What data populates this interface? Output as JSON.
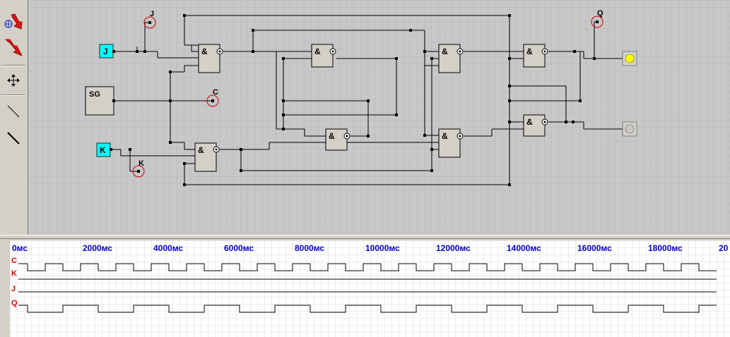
{
  "toolbar": {
    "tools": [
      {
        "name": "probe-arrow-tool",
        "icon": "probe-arrow-icon"
      },
      {
        "name": "pulse-arrow-tool",
        "icon": "lightning-arrow-icon"
      },
      {
        "name": "move-tool",
        "icon": "move-cross-icon"
      },
      {
        "name": "thin-wire-tool",
        "icon": "thin-line-icon"
      },
      {
        "name": "thick-wire-tool",
        "icon": "thick-line-icon"
      }
    ]
  },
  "circuit": {
    "input_j": "J",
    "input_k": "K",
    "generator": "SG",
    "probe_j": "J",
    "probe_c": "C",
    "probe_k": "K",
    "probe_q": "Q",
    "gate_symbol": "&",
    "lamp_on_color": "#ffff00",
    "lamp_off_color": "#c8c8c8",
    "input_color": "#00ffff"
  },
  "timing": {
    "time_labels": [
      "0мс",
      "2000мс",
      "4000мс",
      "6000мс",
      "8000мс",
      "10000мс",
      "12000мс",
      "14000мс",
      "16000мс",
      "18000мс",
      "20"
    ],
    "signals": [
      {
        "label": "C",
        "type": "clock",
        "color": "#000000"
      },
      {
        "label": "K",
        "type": "low",
        "color": "#000000"
      },
      {
        "label": "J",
        "type": "low",
        "color": "#000000"
      },
      {
        "label": "Q",
        "type": "toggle",
        "color": "#000000"
      }
    ],
    "label_color": "#cc0000",
    "time_label_color": "#0000cc"
  }
}
